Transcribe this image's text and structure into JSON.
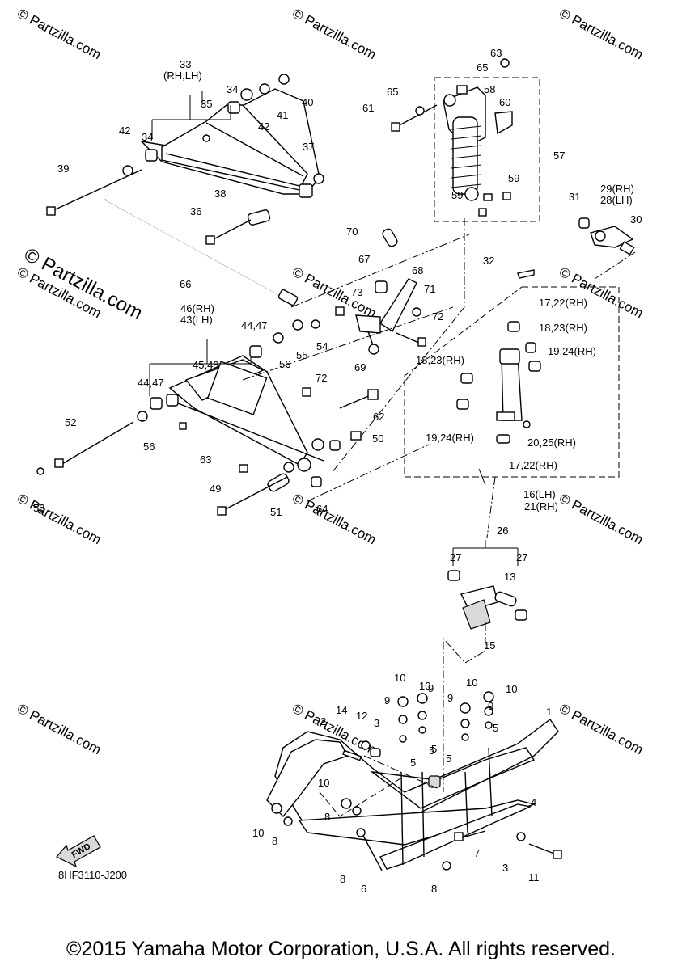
{
  "watermark": "© Partzilla.com",
  "brand_overlay": "© Partzilla.com",
  "catalog_code": "8HF3110-J200",
  "fwd_label": "FWD",
  "copyright": "©2015 Yamaha Motor Corporation, U.S.A. All rights reserved.",
  "labels": [
    "63",
    "65",
    "65",
    "58",
    "61",
    "60",
    "57",
    "59",
    "59",
    "33",
    "(RH,LH)",
    "34",
    "40",
    "35",
    "41",
    "42",
    "42",
    "34",
    "37",
    "39",
    "38",
    "36",
    "66",
    "70",
    "31",
    "29(RH)",
    "28(LH)",
    "30",
    "32",
    "67",
    "68",
    "73",
    "71",
    "72",
    "46(RH)",
    "43(LH)",
    "44,47",
    "54",
    "55",
    "56",
    "69",
    "17,22(RH)",
    "18,23(RH)",
    "19,24(RH)",
    "18,23(RH)",
    "72",
    "45,48",
    "44,47",
    "62",
    "52",
    "56",
    "50",
    "19,24(RH)",
    "20,25(RH)",
    "17,22(RH)",
    "63",
    "49",
    "51",
    "64",
    "53",
    "16(LH)",
    "21(RH)",
    "26",
    "27",
    "27",
    "13",
    "15",
    "10",
    "9",
    "10",
    "9",
    "10",
    "9",
    "10",
    "14",
    "12",
    "3",
    "9",
    "5",
    "2",
    "5",
    "5",
    "5",
    "5",
    "1",
    "4",
    "10",
    "8",
    "10",
    "8",
    "7",
    "3",
    "11",
    "8",
    "6",
    "8"
  ]
}
